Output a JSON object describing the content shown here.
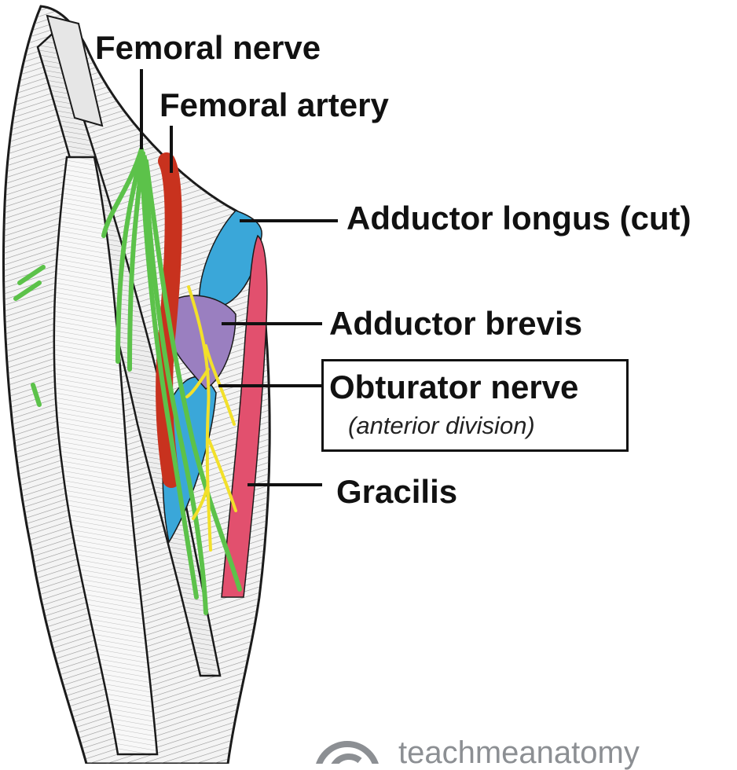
{
  "labels": {
    "femoral_nerve": "Femoral nerve",
    "femoral_artery": "Femoral artery",
    "adductor_longus": "Adductor longus (cut)",
    "adductor_brevis": "Adductor brevis",
    "obturator_nerve": "Obturator nerve",
    "obturator_division": "(anterior division)",
    "gracilis": "Gracilis"
  },
  "watermark": "teachmeanatomy",
  "colors": {
    "femoral_nerve": "#5cc24a",
    "femoral_artery": "#c8321e",
    "adductor_longus": "#3aa7d9",
    "adductor_brevis": "#9a7fc0",
    "obturator_nerve": "#f2e02a",
    "gracilis": "#e2506e",
    "leader_line": "#111111",
    "watermark": "#8c8f93"
  }
}
